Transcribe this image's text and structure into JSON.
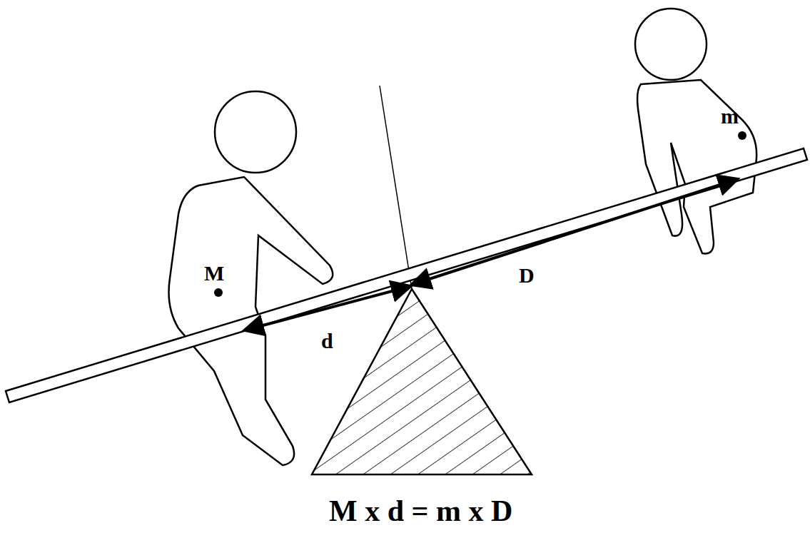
{
  "diagram": {
    "caption": "M x d = m x D",
    "labels": [
      "M",
      "m",
      "d",
      "D"
    ]
  }
}
